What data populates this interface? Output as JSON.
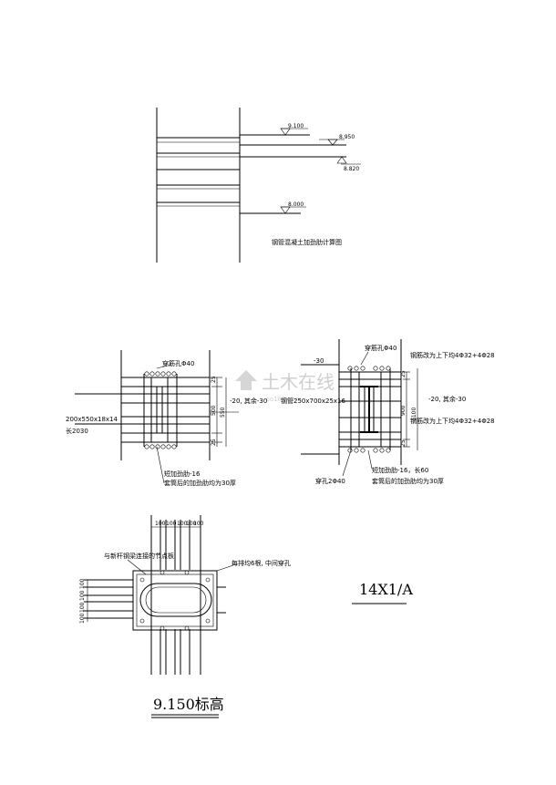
{
  "elevation_view": {
    "levels": [
      "9.100",
      "8.950",
      "8.820",
      "8.000"
    ],
    "caption": "钢管混凝土加劲肋计算图"
  },
  "left_section": {
    "hole_label": "穿筋孔Φ40",
    "plate_label": "200x550x18x14",
    "length_label": "长2030",
    "rest_label": "-20, 其余-30",
    "dims": [
      "25",
      "500",
      "550",
      "25"
    ],
    "note_stiffener": "短加劲肋-16",
    "note_thickness": "套筒后的加劲肋均为30厚"
  },
  "right_section": {
    "top_label": "-30",
    "hole_label": "穿筋孔Φ40",
    "rebar_top": "钢筋改为上下均4Φ32+4Φ28",
    "steel_label": "钢管250x700x25x16",
    "rest_label": "-20, 其余-30",
    "dims": [
      "25",
      "900",
      "1100",
      "25"
    ],
    "rebar_bottom": "钢筋改为上下均4Φ32+4Φ28",
    "hole_bottom": "穿孔2Φ40",
    "note_stiffener": "短加劲肋-16，长60",
    "note_thickness": "套筒后的加劲肋均为30厚"
  },
  "plan_view": {
    "top_dims": [
      "100",
      "100",
      "100",
      "100",
      "100"
    ],
    "left_dims": [
      "100",
      "100",
      "100",
      "100"
    ],
    "note_node": "与新杆钢梁连接的节点板",
    "note_holes": "每排均6根, 中间穿孔",
    "elevation_title": "9.150标高"
  },
  "sheet_label": "14X1/A",
  "watermark": {
    "text": "土木在线",
    "sub": "co188.com"
  }
}
